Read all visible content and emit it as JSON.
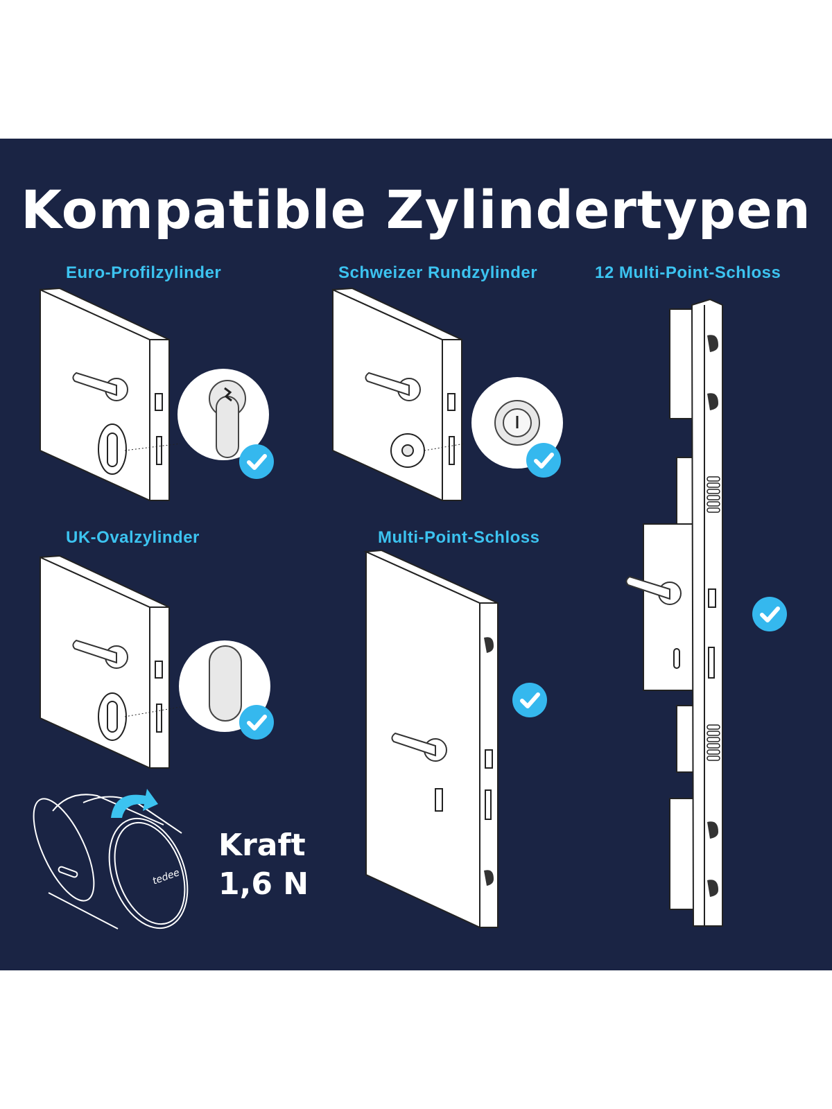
{
  "title": "Kompatible Zylindertypen",
  "types": [
    {
      "label": "Euro-Profilzylinder",
      "compatible": true
    },
    {
      "label": "Schweizer Rundzylinder",
      "compatible": true
    },
    {
      "label": "12 Multi-Point-Schloss",
      "compatible": true
    },
    {
      "label": "UK-Ovalzylinder",
      "compatible": true
    },
    {
      "label": "Multi-Point-Schloss",
      "compatible": true
    }
  ],
  "force": {
    "line1": "Kraft",
    "line2": "1,6 N"
  },
  "brand": "tedee",
  "colors": {
    "background": "#1a2444",
    "accent": "#3cc3f0",
    "check": "#35b8ee"
  }
}
